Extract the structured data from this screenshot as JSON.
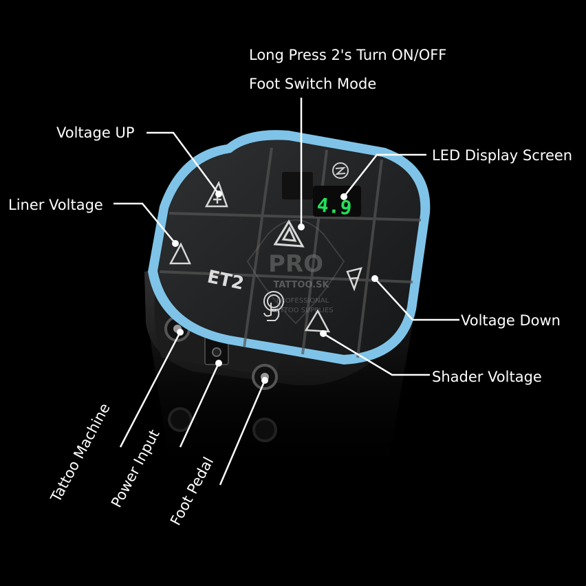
{
  "labels": {
    "long_press": "Long Press 2's Turn ON/OFF",
    "foot_switch": "Foot Switch Mode",
    "voltage_up": "Voltage UP",
    "liner_voltage": "Liner Voltage",
    "led_display": "LED Display Screen",
    "voltage_down": "Voltage Down",
    "shader_voltage": "Shader Voltage",
    "tattoo_machine": "Tattoo Machine",
    "power_input": "Power Input",
    "foot_pedal": "Foot Pedal"
  },
  "device": {
    "brand": "ET2",
    "display_value": "4.9"
  },
  "watermark": {
    "main": "PRO",
    "domain": "TATTOO.SK",
    "sub1": "PROFESSIONAL",
    "sub2": "TATTOO SUPPLIES"
  },
  "colors": {
    "background": "#000000",
    "ring": "#7fc4e8",
    "led": "#22e05a",
    "body": "#2a2a2c"
  }
}
